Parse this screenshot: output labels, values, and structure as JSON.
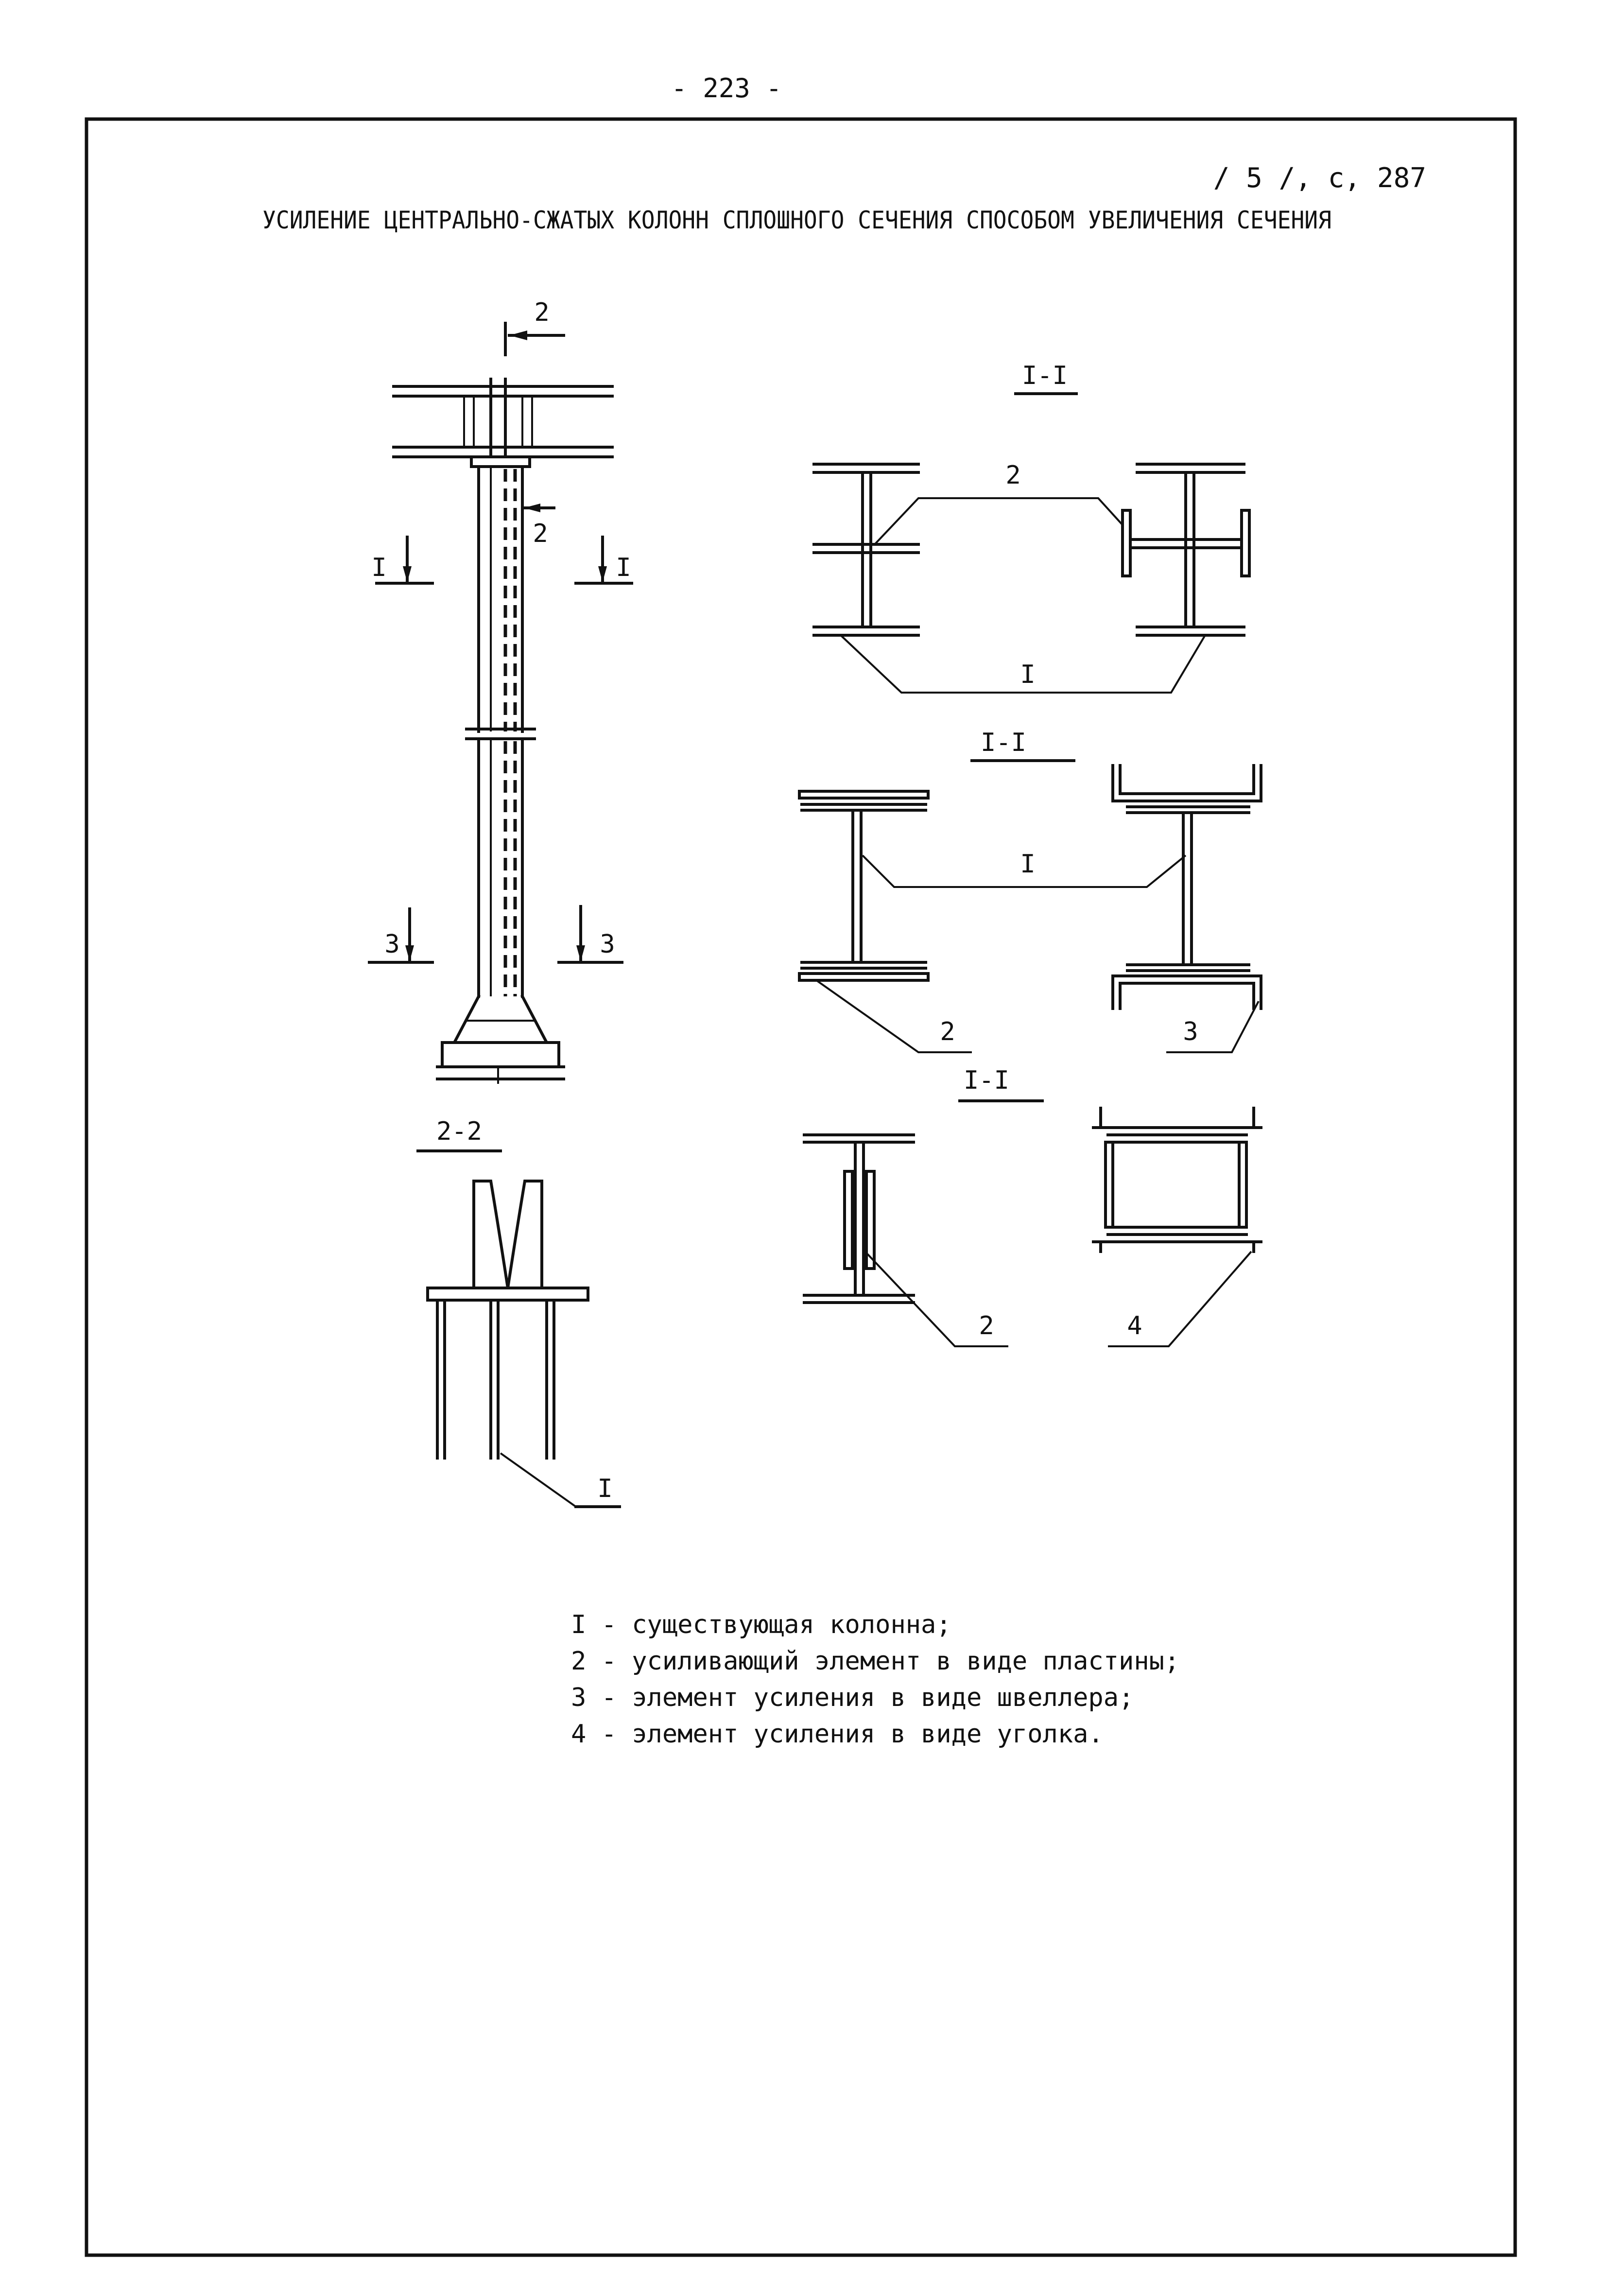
{
  "page_number": "- 223 -",
  "reference": "/ 5 /, с, 287",
  "title": "УСИЛЕНИЕ ЦЕНТРАЛЬНО-СЖАТЫХ КОЛОНН СПЛОШНОГО СЕЧЕНИЯ СПОСОБОМ УВЕЛИЧЕНИЯ СЕЧЕНИЯ",
  "elevation": {
    "cut_top": "2",
    "cut_side": "2",
    "cut_left": "I",
    "cut_right": "I",
    "cut_bottom_left": "3",
    "cut_bottom_right": "3"
  },
  "section_22": {
    "label": "2-2",
    "callout": "I"
  },
  "sections": [
    {
      "label": "I-I",
      "callouts": [
        "2",
        "I"
      ]
    },
    {
      "label": "I-I",
      "callouts": [
        "I",
        "2",
        "3"
      ]
    },
    {
      "label": "I-I",
      "callouts": [
        "2",
        "4"
      ]
    }
  ],
  "legend": [
    "I - существующая колонна;",
    "2 - усиливающий элемент в виде пластины;",
    "3 - элемент усиления в виде швеллера;",
    "4 - элемент усиления в виде уголка."
  ]
}
